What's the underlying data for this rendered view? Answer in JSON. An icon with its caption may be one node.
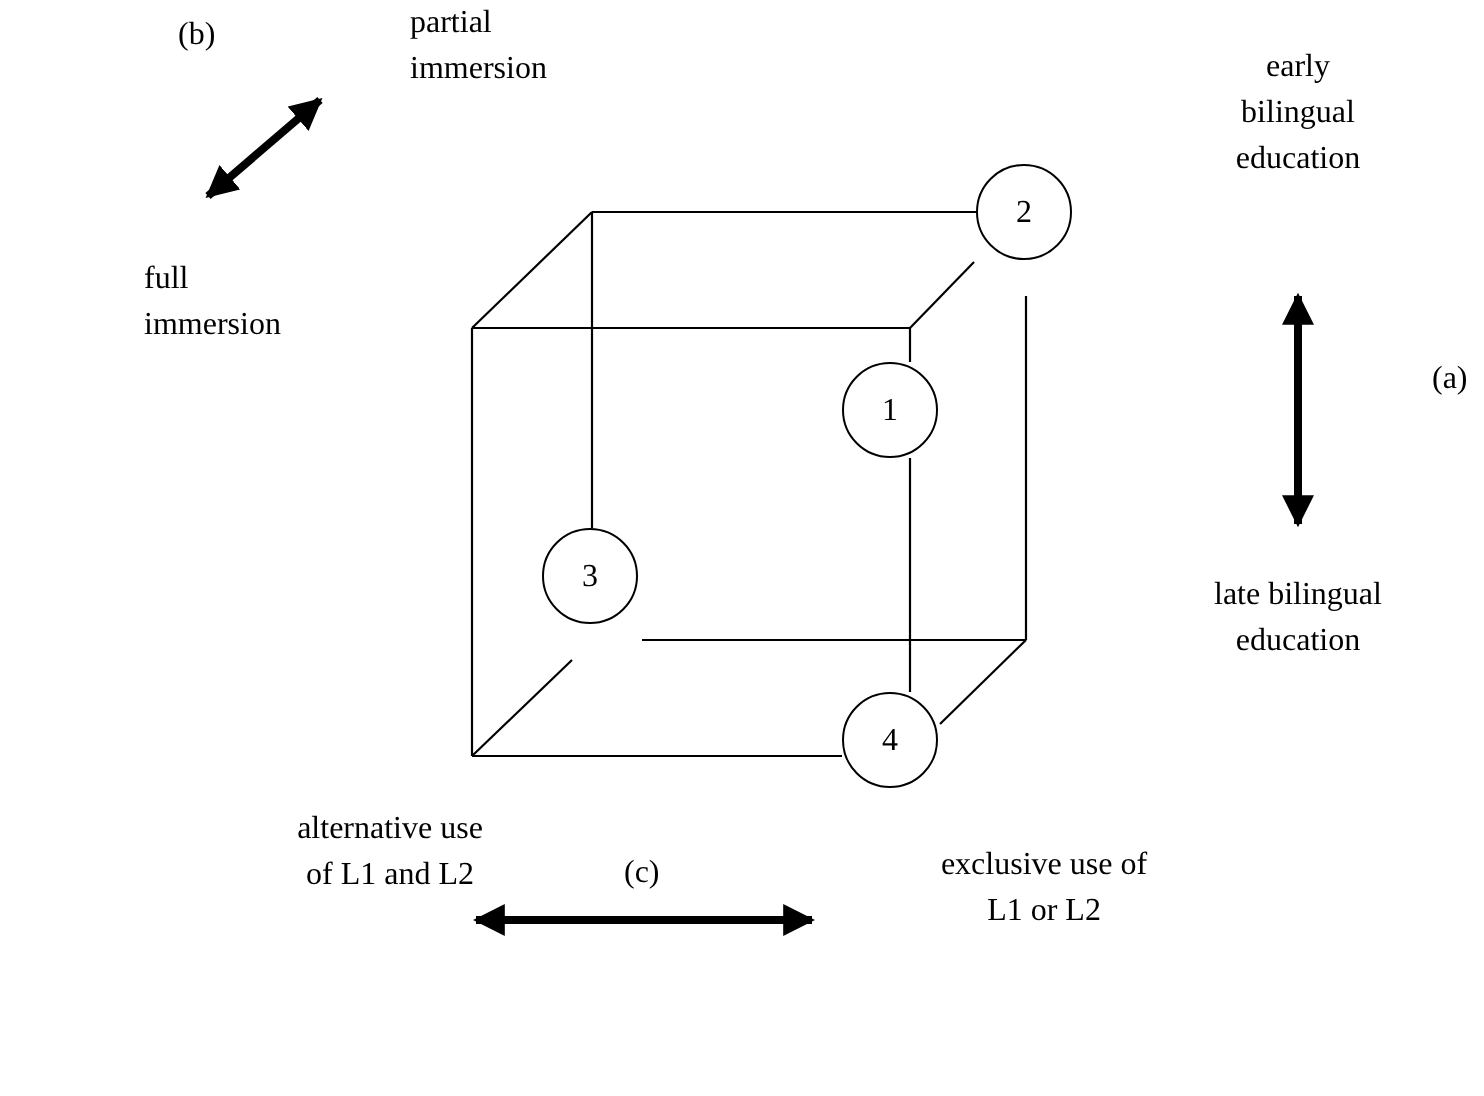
{
  "diagram": {
    "nodes": [
      {
        "text": [
          "1"
        ]
      },
      {
        "text": [
          "2"
        ]
      },
      {
        "text": [
          "3"
        ]
      },
      {
        "text": [
          "4"
        ]
      },
      {
        "text": [
          "partial immersion"
        ]
      },
      {
        "text": [
          "full immersion"
        ]
      },
      {
        "text": [
          "early bilingual education"
        ]
      },
      {
        "text": [
          "late bilingual education"
        ]
      },
      {
        "text": [
          "alternative use of L1 and L2"
        ]
      },
      {
        "text": [
          "exclusive use of L1 or L2"
        ]
      }
    ],
    "edges": [
      {
        "from": 5,
        "to": 4,
        "arrow": "both"
      },
      {
        "from": 6,
        "to": 7,
        "arrow": "both"
      },
      {
        "from": 8,
        "to": 9,
        "arrow": "both"
      }
    ],
    "labels": [
      "(b)",
      "(a)",
      "(c)"
    ]
  }
}
